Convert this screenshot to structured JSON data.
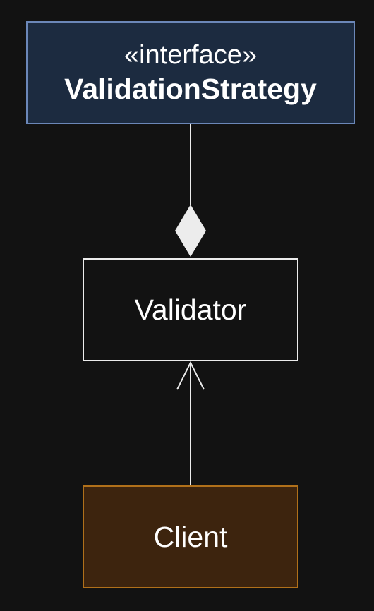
{
  "nodes": {
    "interface": {
      "stereotype": "«interface»",
      "name": "ValidationStrategy"
    },
    "validator": {
      "name": "Validator"
    },
    "client": {
      "name": "Client"
    }
  },
  "edges": [
    {
      "from": "validator",
      "to": "interface",
      "type": "composition"
    },
    {
      "from": "client",
      "to": "validator",
      "type": "association"
    }
  ],
  "colors": {
    "background": "#121212",
    "interface_fill": "#1c2b40",
    "interface_border": "#6b87b8",
    "validator_border": "#ececec",
    "client_fill": "#3d240e",
    "client_border": "#b0701a",
    "edge": "#ececec"
  }
}
